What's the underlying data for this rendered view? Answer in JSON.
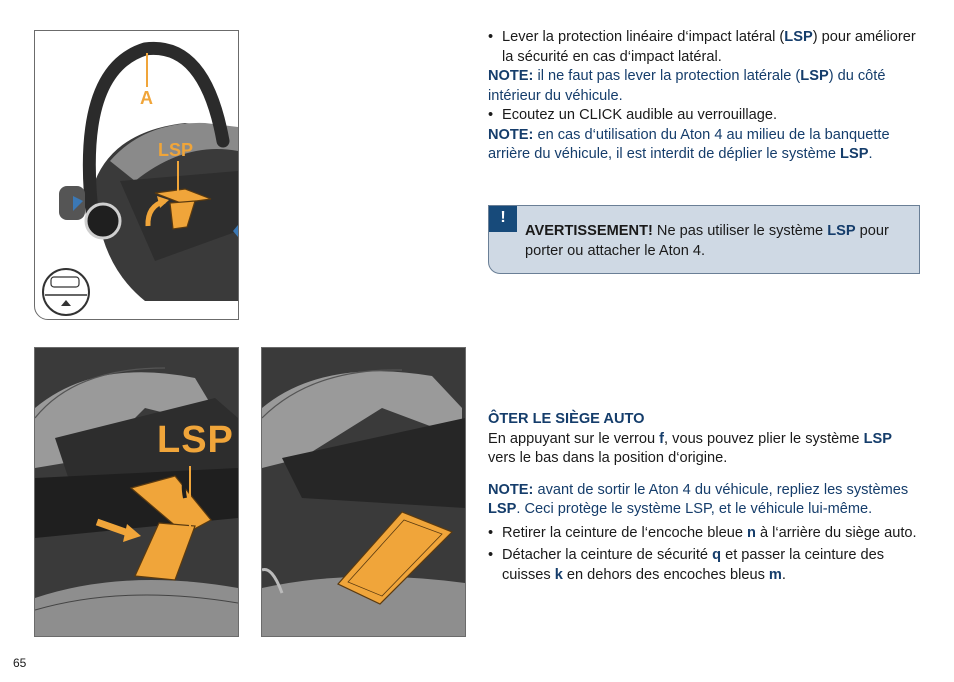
{
  "figures": {
    "fig1": {
      "label_a": "A",
      "label_lsp": "LSP"
    },
    "fig2": {
      "label_lsp": "LSP"
    }
  },
  "instructions_top": {
    "bullet1_pre": "Lever la protection linéaire d‘impact latéral (",
    "bullet1_code": "LSP",
    "bullet1_post": ") pour améliorer la sécurité en cas d‘impact latéral.",
    "note1_label": "NOTE:",
    "note1_pre": " il ne faut pas lever la protection latérale (",
    "note1_code": "LSP",
    "note1_post": ") du côté intérieur du véhicule.",
    "bullet2": "Ecoutez un CLICK audible au verrouillage.",
    "note2_label": "NOTE:",
    "note2_pre": " en cas d‘utilisation du Aton 4 au milieu de la banquette arrière du véhicule, il est interdit de déplier le système ",
    "note2_code": "LSP",
    "note2_post": "."
  },
  "warning": {
    "badge": "!",
    "label": "AVERTISSEMENT!",
    "text_pre": " Ne pas utiliser le système ",
    "code": "LSP",
    "text_post": " pour porter ou attacher le Aton 4."
  },
  "remove_section": {
    "heading": "ÔTER LE SIÈGE AUTO",
    "para_pre": "En appuyant sur le verrou ",
    "para_f": "f",
    "para_mid": ", vous pouvez plier le système ",
    "para_code": "LSP",
    "para_post": " vers le bas dans la position d‘origine.",
    "note_label": "NOTE:",
    "note_pre": " avant de sortir le Aton 4 du véhicule, repliez les systèmes ",
    "note_code": "LSP",
    "note_post": ". Ceci protège le système LSP, et le véhicule lui-même.",
    "bullet1_pre": "Retirer la ceinture de l‘encoche bleue ",
    "bullet1_n": "n",
    "bullet1_post": " à l‘arrière du siège auto.",
    "bullet2_pre": "Détacher la ceinture de sécurité ",
    "bullet2_q": "q",
    "bullet2_mid": " et passer la  ceinture des cuisses ",
    "bullet2_k": "k",
    "bullet2_mid2": " en dehors des encoches bleus ",
    "bullet2_m": "m",
    "bullet2_post": "."
  },
  "page_number": "65",
  "colors": {
    "accent_orange": "#f0a53a",
    "note_blue": "#153d6b",
    "warning_bg": "#cfd9e4"
  }
}
